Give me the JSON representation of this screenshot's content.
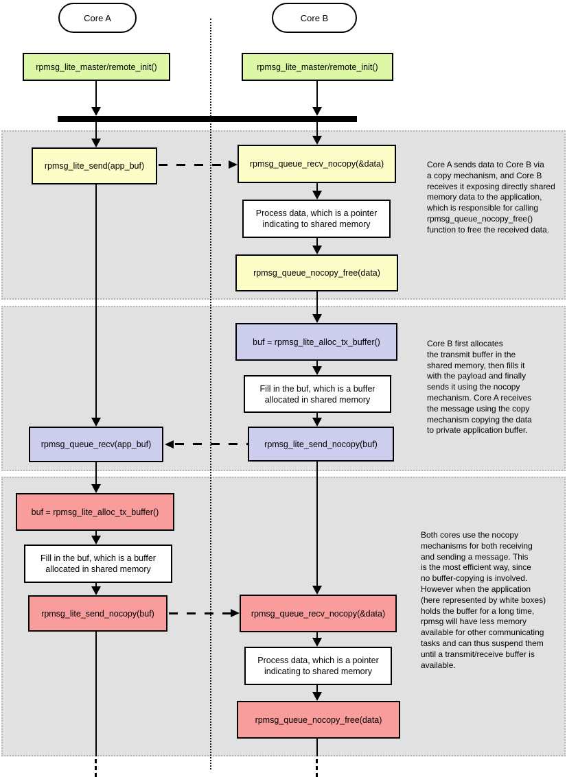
{
  "colors": {
    "init_box": "#dcf7a6",
    "copy_box": "#fdfdc8",
    "mixed_box": "#cdcdee",
    "nocopy_box": "#f89c9c",
    "panel_bg": "#e1e1e1"
  },
  "actors": [
    {
      "label": "Core A"
    },
    {
      "label": "Core B"
    }
  ],
  "init": {
    "core_a": "rpmsg_lite_master/remote_init()",
    "core_b": "rpmsg_lite_master/remote_init()"
  },
  "section1": {
    "core_a_send": "rpmsg_lite_send(app_buf)",
    "core_b_recv": "rpmsg_queue_recv_nocopy(&data)",
    "core_b_process": "Process data, which is a pointer\nindicating to shared memory",
    "core_b_free": "rpmsg_queue_nocopy_free(data)",
    "note": "Core A sends data to Core B via\na copy mechanism, and Core B\nreceives it exposing directly shared\nmemory data to the application,\nwhich is responsible for calling\nrpmsg_queue_nocopy_free()\nfunction to free the received data."
  },
  "section2": {
    "core_b_alloc": "buf = rpmsg_lite_alloc_tx_buffer()",
    "core_b_fill": "Fill in the buf, which is a buffer\nallocated in shared memory",
    "core_a_recv": "rpmsg_queue_recv(app_buf)",
    "core_b_send": "rpmsg_lite_send_nocopy(buf)",
    "note": "Core B first allocates\nthe transmit buffer in the\nshared memory, then fills it\nwith the payload and finally\nsends it using the nocopy\nmechanism. Core A receives\nthe message using the copy\nmechanism copying the data\nto private application buffer."
  },
  "section3": {
    "core_a_alloc": "buf = rpmsg_lite_alloc_tx_buffer()",
    "core_a_fill": "Fill in the buf, which is a buffer\nallocated in shared memory",
    "core_a_send": "rpmsg_lite_send_nocopy(buf)",
    "core_b_recv": "rpmsg_queue_recv_nocopy(&data)",
    "core_b_process": "Process data, which is a pointer\nindicating to shared memory",
    "core_b_free": "rpmsg_queue_nocopy_free(data)",
    "note": "Both cores use the nocopy\nmechanisms for both receiving\nand sending a message. This\nis the most efficient way, since\nno buffer-copying is involved.\nHowever when the application\n(here represented by white boxes)\nholds the buffer for a long time,\nrpmsg will have less memory\navailable for other communicating\ntasks and can thus suspend them\nuntil a transmit/receive buffer is\navailable."
  }
}
